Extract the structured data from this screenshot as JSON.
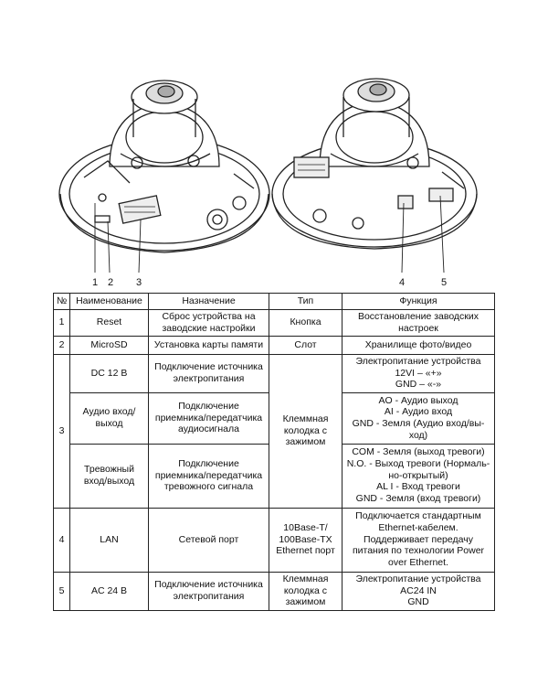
{
  "callouts": [
    "1",
    "2",
    "3",
    "4",
    "5"
  ],
  "table": {
    "headers": [
      "№",
      "Наименование",
      "Назначение",
      "Тип",
      "Функция"
    ],
    "rows": [
      {
        "num": "1",
        "name": "Reset",
        "purpose": "Сброс устройства на заводские настройки",
        "type": "Кнопка",
        "function": [
          "Восстановление заводских",
          "настроек"
        ]
      },
      {
        "num": "2",
        "name": "MicroSD",
        "purpose": "Установка карты памяти",
        "type": "Слот",
        "function": [
          "Хранилище фото/видео"
        ]
      },
      {
        "num": "3",
        "name": "DC 12 В",
        "purpose": "Подключение источника электропитания",
        "type": "Клеммная колодка с зажимом",
        "function": [
          "Электропитание устройства",
          "12VI – «+»",
          "GND – «-»"
        ]
      },
      {
        "name": "Аудио вход/выход",
        "purpose": "Подключение приемника/передатчика аудиосигнала",
        "function": [
          "AO - Аудио выход",
          "AI - Аудио вход",
          "GND - Земля (Аудио вход/вы-",
          "ход)"
        ]
      },
      {
        "name": "Тревожный вход/выход",
        "purpose": "Подключение приемника/передатчика тревожного сигнала",
        "function": [
          "COM - Земля (выход тревоги)",
          "N.O. - Выход тревоги (Нормаль-",
          "но-открытый)",
          "AL I - Вход тревоги",
          "GND - Земля (вход тревоги)"
        ]
      },
      {
        "num": "4",
        "name": "LAN",
        "purpose": "Сетевой порт",
        "type": "10Base-T/ 100Base-TX Ethernet порт",
        "function": [
          "Подключается стандартным",
          "Ethernet-кабелем.",
          "Поддерживает передачу",
          "питания по технологии Power",
          "over Ethernet."
        ]
      },
      {
        "num": "5",
        "name": "AC 24 В",
        "purpose": "Подключение источника электропитания",
        "type": "Клеммная колодка с зажимом",
        "function": [
          "Электропитание устройства",
          "AC24 IN",
          "GND"
        ]
      }
    ]
  }
}
